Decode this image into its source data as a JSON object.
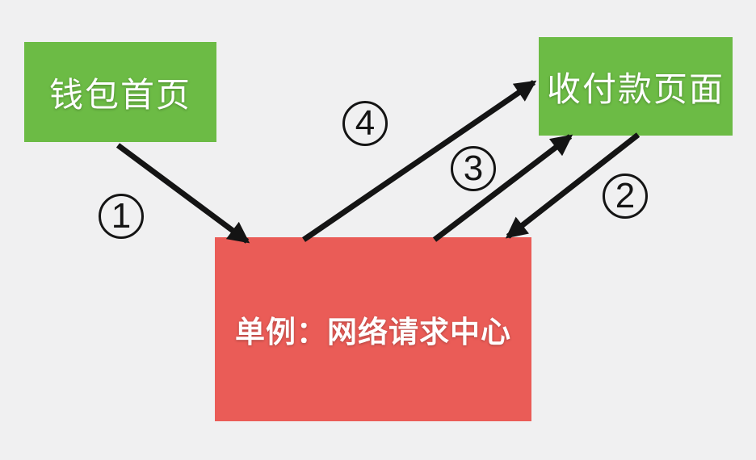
{
  "diagram": {
    "title": "singleton-network-request-center-flow",
    "background_color": "#f0f0f1",
    "arrow_color": "#141414",
    "nodes": {
      "wallet_home": {
        "label": "钱包首页",
        "fill": "#6cbb45",
        "text_color": "#ffffff",
        "shape": "rectangle"
      },
      "pay_receive": {
        "label": "收付款页面",
        "fill": "#6cbb45",
        "text_color": "#ffffff",
        "shape": "rectangle"
      },
      "request_center": {
        "label": "单例：网络请求中心",
        "fill": "#ea5c57",
        "text_color": "#ffffff",
        "shape": "rectangle"
      }
    },
    "edges": {
      "step1": {
        "label": "1",
        "from": "wallet_home",
        "to": "request_center",
        "description": "wallet home page sends request to singleton center"
      },
      "step2": {
        "label": "2",
        "from": "pay_receive",
        "to": "request_center",
        "description": "pay/receive page sends request to singleton center"
      },
      "step3": {
        "label": "3",
        "from": "request_center",
        "to": "pay_receive",
        "description": "singleton center returns to pay/receive page"
      },
      "step4": {
        "label": "4",
        "from": "request_center",
        "to": "pay_receive",
        "description": "singleton center returns to pay/receive page"
      }
    }
  }
}
